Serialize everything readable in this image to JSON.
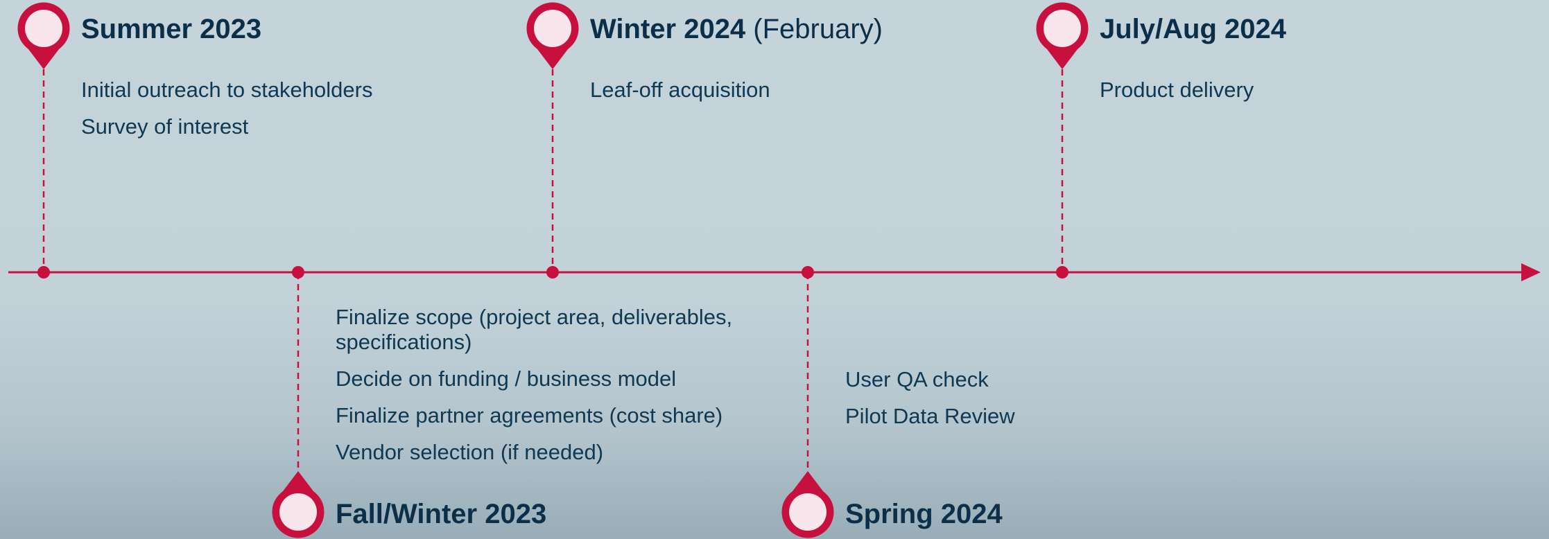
{
  "colors": {
    "accent": "#c8103e",
    "pin_fill": "#f9e6ec",
    "text": "#0d3550"
  },
  "milestones": [
    {
      "title": "Summer 2023",
      "title_suffix": "",
      "items": [
        "Initial outreach to stakeholders",
        "Survey of interest"
      ]
    },
    {
      "title": "Fall/Winter 2023",
      "title_suffix": "",
      "items": [
        "Finalize scope (project area, deliverables, specifications)",
        "Decide on funding / business model",
        "Finalize partner agreements (cost share)",
        "Vendor selection (if needed)"
      ]
    },
    {
      "title": "Winter 2024",
      "title_suffix": " (February)",
      "items": [
        "Leaf-off acquisition"
      ]
    },
    {
      "title": "Spring 2024",
      "title_suffix": "",
      "items": [
        "User QA check",
        "Pilot Data Review"
      ]
    },
    {
      "title": "July/Aug 2024",
      "title_suffix": "",
      "items": [
        "Product delivery"
      ]
    }
  ]
}
